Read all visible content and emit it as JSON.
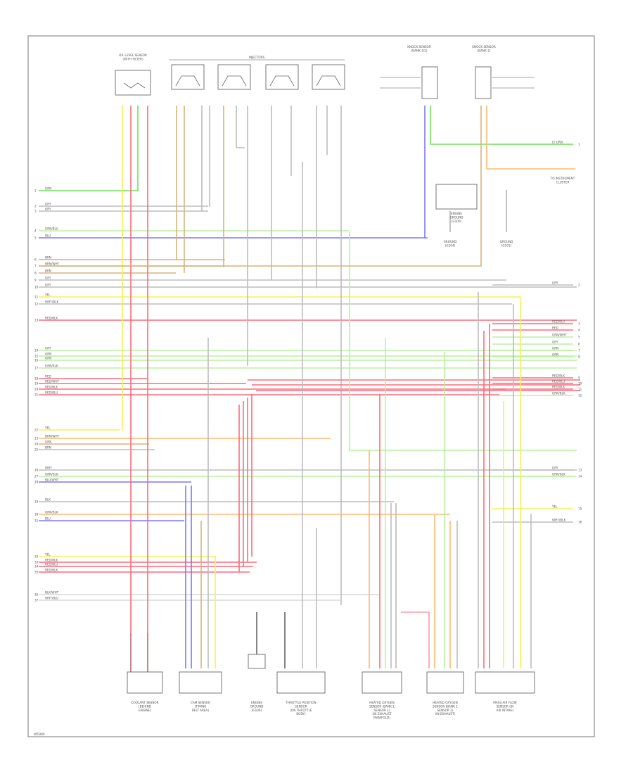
{
  "colors": {
    "grn": "#6fe35a",
    "gry": "#bdbdbd",
    "wht": "#d9d9d9",
    "blu": "#7878ff",
    "tan": "#d8b47a",
    "yel": "#f2f25a",
    "red": "#ff6a78",
    "lgrn": "#b9f0a0",
    "org": "#ffb870",
    "pnk": "#ff9aa8",
    "brn": "#b48b5a",
    "blk": "#666666",
    "vio": "#9a8ad6"
  },
  "left_wires": [
    {
      "color": "grn",
      "label": "GRN"
    },
    {
      "color": "gry",
      "label": "GRY"
    },
    {
      "color": "gry",
      "label": "GRY"
    },
    {
      "color": "lgrn",
      "label": "GRN/BLU"
    },
    {
      "color": "blu",
      "label": "BLU"
    },
    {
      "color": "tan",
      "label": "BRN"
    },
    {
      "color": "tan",
      "label": "BRN/WHT"
    },
    {
      "color": "tan",
      "label": "BRN"
    },
    {
      "color": "gry",
      "label": "GRY"
    },
    {
      "color": "gry",
      "label": "GRY"
    },
    {
      "color": "yel",
      "label": "YEL"
    },
    {
      "color": "gry",
      "label": "WHT/BLK"
    },
    {
      "color": "red",
      "label": "RED/BLK"
    },
    {
      "color": "lgrn",
      "label": "GRY"
    },
    {
      "color": "lgrn",
      "label": "GRN"
    },
    {
      "color": "lgrn",
      "label": "GRN"
    },
    {
      "color": "lgrn",
      "label": "GRN/BLK"
    },
    {
      "color": "red",
      "label": "RED"
    },
    {
      "color": "red",
      "label": "RED/WHT"
    },
    {
      "color": "red",
      "label": "RED/BLK"
    },
    {
      "color": "red",
      "label": "RED/BLU"
    },
    {
      "color": "yel",
      "label": "YEL"
    },
    {
      "color": "org",
      "label": "BRN/WHT"
    },
    {
      "color": "tan",
      "label": "GRN"
    },
    {
      "color": "gry",
      "label": "BRN"
    },
    {
      "color": "gry",
      "label": "WHT"
    },
    {
      "color": "lgrn",
      "label": "GRN/BLK"
    },
    {
      "color": "blu",
      "label": "BLU/WHT"
    },
    {
      "color": "gry",
      "label": "BLK"
    },
    {
      "color": "org",
      "label": "GRN/BLK"
    },
    {
      "color": "blu",
      "label": "BLU"
    },
    {
      "color": "yel",
      "label": "YEL"
    },
    {
      "color": "red",
      "label": "RED/BLK"
    },
    {
      "color": "red",
      "label": "RED/BLU"
    },
    {
      "color": "red",
      "label": "RED/BLK"
    },
    {
      "color": "wht",
      "label": "BLK/WHT"
    },
    {
      "color": "wht",
      "label": "WHT/BLU"
    }
  ],
  "right_wires": [
    {
      "color": "lgrn",
      "label": "LT GRN"
    },
    {
      "color": "gry",
      "label": "GRY"
    },
    {
      "color": "red",
      "label": "RED/BLU"
    },
    {
      "color": "red",
      "label": "RED"
    },
    {
      "color": "lgrn",
      "label": "GRN/WHT"
    },
    {
      "color": "lgrn",
      "label": "GRY"
    },
    {
      "color": "lgrn",
      "label": "GRN"
    },
    {
      "color": "lgrn",
      "label": "GRN"
    },
    {
      "color": "red",
      "label": "RED/BLK"
    },
    {
      "color": "red",
      "label": "RED/BLU"
    },
    {
      "color": "red",
      "label": "RED/BLK"
    },
    {
      "color": "lgrn",
      "label": "GRN/BLK"
    },
    {
      "color": "gry",
      "label": "GRY"
    },
    {
      "color": "lgrn",
      "label": "GRN/BLK"
    },
    {
      "color": "yel",
      "label": "YEL"
    },
    {
      "color": "gry",
      "label": "WHT/BLK"
    }
  ],
  "top_components": {
    "left": [
      "OIL LEVEL SENSOR",
      "(WITH FILTER)"
    ],
    "injectors": "INJECTORS",
    "knock_a": [
      "KNOCK SENSOR",
      "(BANK 1/2)"
    ],
    "knock_b": [
      "KNOCK SENSOR",
      "(BANK 2)"
    ]
  },
  "right_side": {
    "to_relay": [
      "TO INSTRUMENT",
      "CLUSTER"
    ],
    "module": [
      "ENGINE",
      "GROUND",
      "(G100)"
    ],
    "ground_a": [
      "GROUND",
      "(G104)"
    ],
    "ground_b": [
      "GROUND",
      "(G101)"
    ]
  },
  "bottom_components": [
    {
      "lines": [
        "COOLANT SENSOR",
        "(BEHIND",
        "ENGINE)"
      ]
    },
    {
      "lines": [
        "CAM SENSOR",
        "(TIMING",
        "BELT AREA)"
      ]
    },
    {
      "lines": [
        "ENGINE",
        "GROUND",
        "(G106)"
      ]
    },
    {
      "lines": [
        "THROTTLE POSITION",
        "SENSOR",
        "(ON THROTTLE",
        "BODY)"
      ]
    },
    {
      "lines": [
        "HEATED OXYGEN",
        "SENSOR (BANK 1",
        "SENSOR 1)",
        "(IN EXHAUST",
        "MANIFOLD)"
      ]
    },
    {
      "lines": [
        "HEATED OXYGEN",
        "SENSOR (BANK 1",
        "SENSOR 2)",
        "(IN EXHAUST)"
      ]
    },
    {
      "lines": [
        "MASS AIR FLOW",
        "SENSOR (IN",
        "AIR INTAKE)"
      ]
    }
  ],
  "footer_code": "W5DB0"
}
